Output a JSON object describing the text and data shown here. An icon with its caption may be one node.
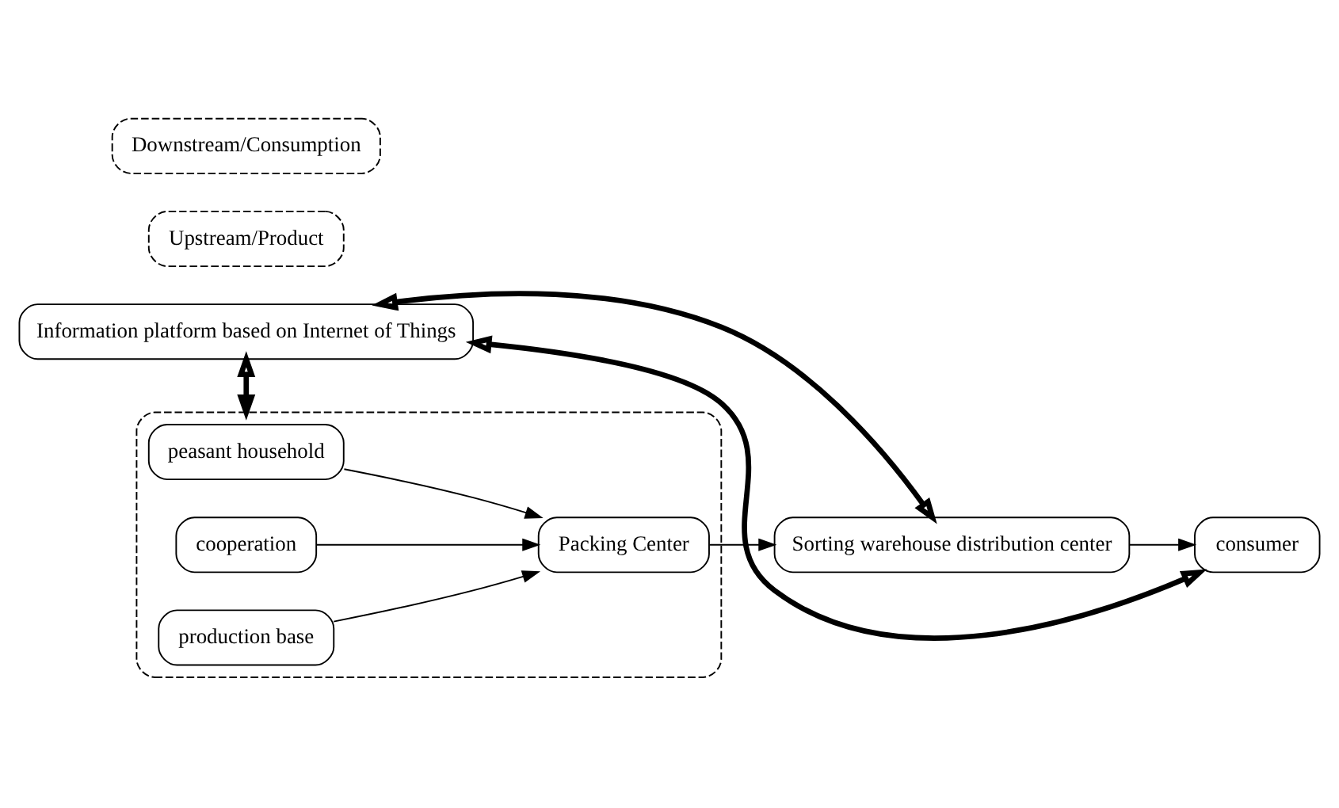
{
  "diagram": {
    "nodes": [
      {
        "text": [
          "Information platform based on Internet of Things"
        ]
      },
      {
        "text": [],
        "shape": "box"
      },
      {
        "text": [
          "peasant household"
        ],
        "in": 1
      },
      {
        "text": [
          "cooperation"
        ],
        "in": 1
      },
      {
        "text": [
          "production base"
        ],
        "in": 1
      },
      {
        "text": [
          "Packing Center"
        ],
        "in": 1
      },
      {
        "text": [
          "Sorting warehouse distribution center"
        ]
      },
      {
        "text": [
          "consumer"
        ]
      },
      {
        "text": [
          "Upstream/Product"
        ]
      },
      {
        "text": [
          "Downstream/Consumption"
        ]
      }
    ],
    "edges": [
      {
        "from": 2,
        "to": 5,
        "arrow": "to"
      },
      {
        "from": 3,
        "to": 5,
        "arrow": "to"
      },
      {
        "from": 4,
        "to": 5,
        "arrow": "to"
      },
      {
        "from": 5,
        "to": 6,
        "arrow": "to"
      },
      {
        "from": 6,
        "to": 7,
        "arrow": "to"
      },
      {
        "from": 0,
        "to": 1,
        "arrow": "both",
        "style": "thick"
      },
      {
        "from": 0,
        "to": 6,
        "arrow": "both",
        "style": "thick"
      },
      {
        "from": 0,
        "to": 7,
        "arrow": "both",
        "style": "thick"
      }
    ]
  }
}
